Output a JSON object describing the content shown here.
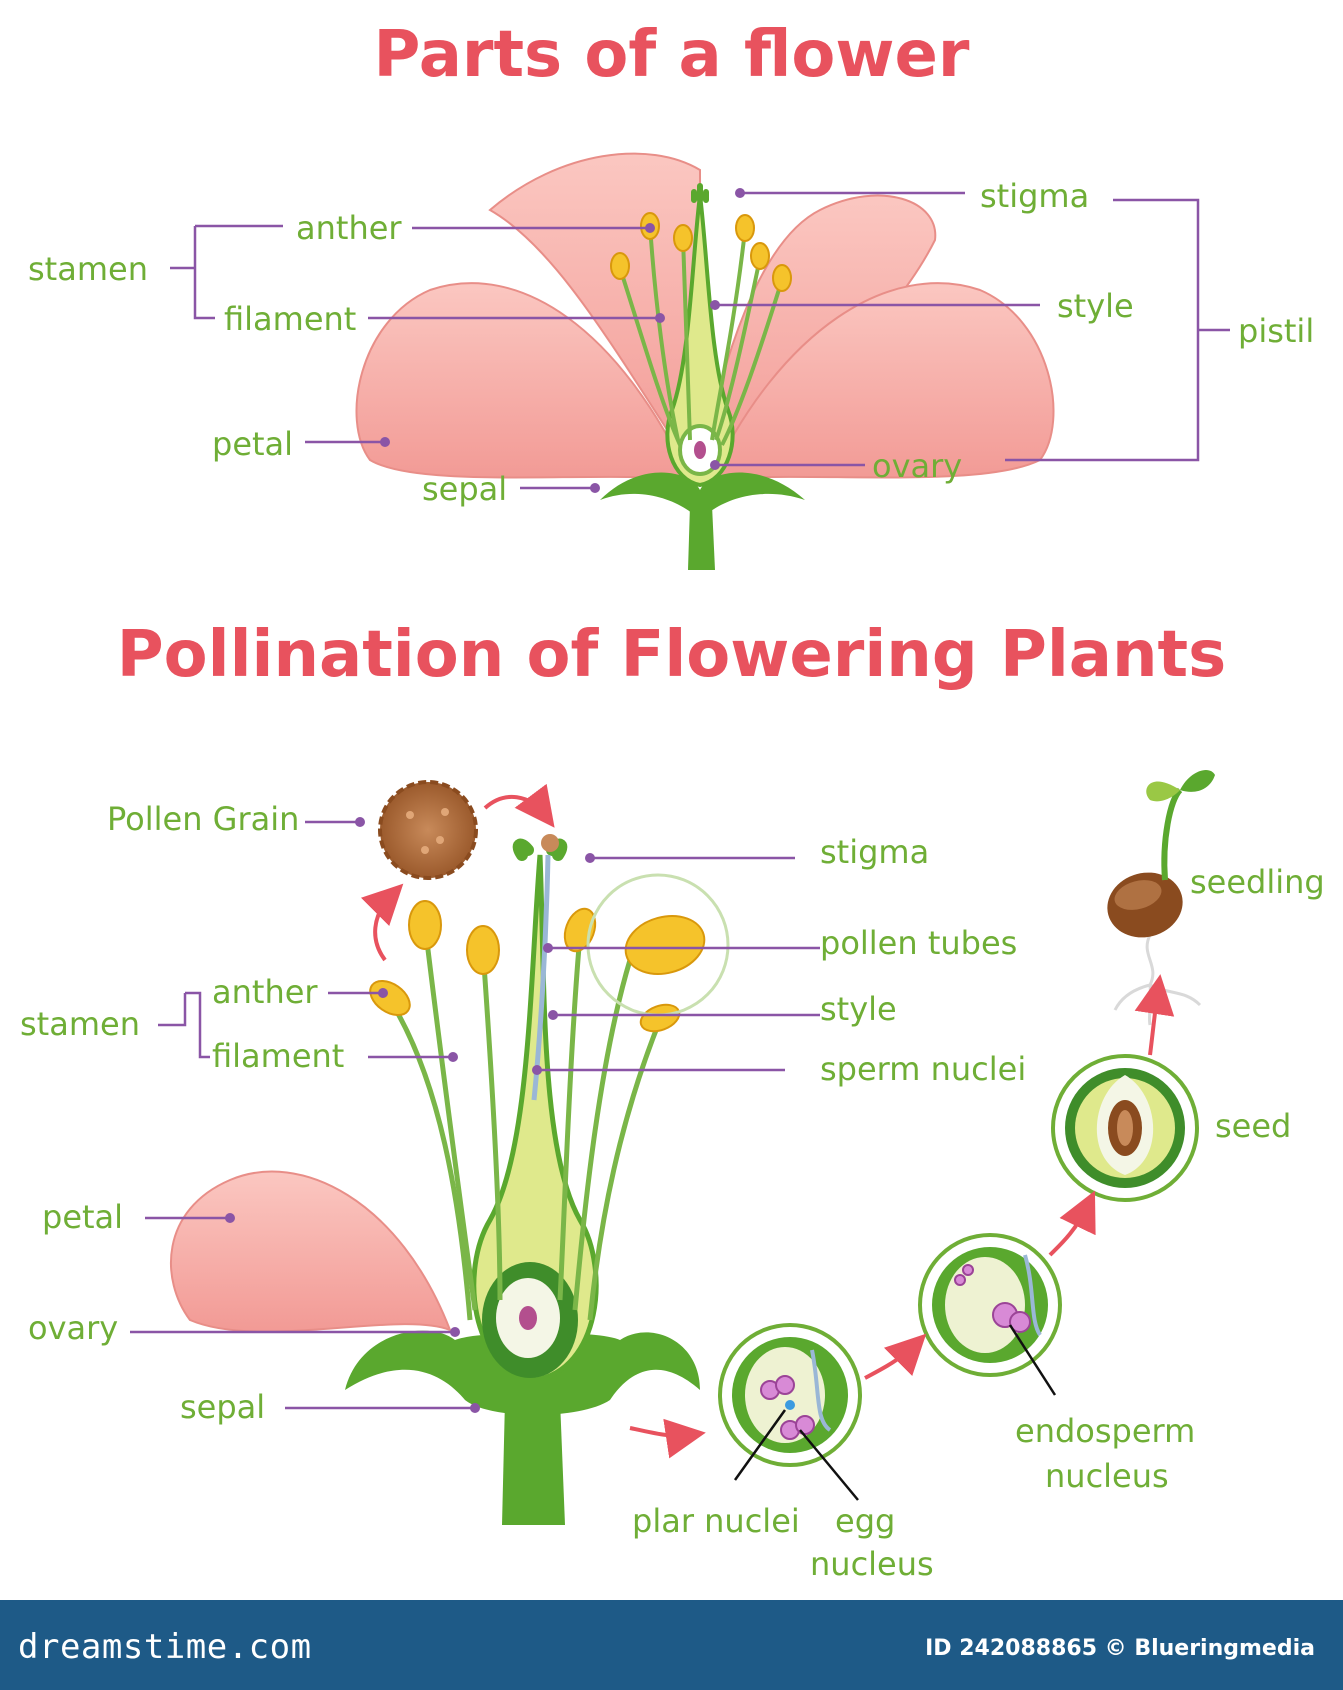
{
  "titles": {
    "parts": "Parts of a flower",
    "pollination": "Pollination of Flowering Plants"
  },
  "diagram1": {
    "stamen": "stamen",
    "anther": "anther",
    "filament": "filament",
    "petal": "petal",
    "sepal": "sepal",
    "stigma": "stigma",
    "style": "style",
    "ovary": "ovary",
    "pistil": "pistil"
  },
  "diagram2": {
    "pollen_grain": "Pollen Grain",
    "stamen": "stamen",
    "anther": "anther",
    "filament": "filament",
    "petal": "petal",
    "ovary": "ovary",
    "sepal": "sepal",
    "stigma": "stigma",
    "pollen_tubes": "pollen tubes",
    "style": "style",
    "sperm_nuclei": "sperm nuclei",
    "seedling": "seedling",
    "seed": "seed",
    "endosperm_line1": "endosperm",
    "endosperm_line2": "nucleus",
    "plar_nuclei": "plar nuclei",
    "egg_line1": "egg",
    "egg_line2": "nucleus"
  },
  "footer": {
    "brand": "dreamstime.com",
    "id_credit": "ID 242088865 © Blueringmedia"
  },
  "colors": {
    "title": "#e8525e",
    "label": "#6fae36",
    "leader": "#8a55a6",
    "petal": "#f6a5a0",
    "stem": "#5aa82e",
    "footer": "#1e5a87"
  }
}
